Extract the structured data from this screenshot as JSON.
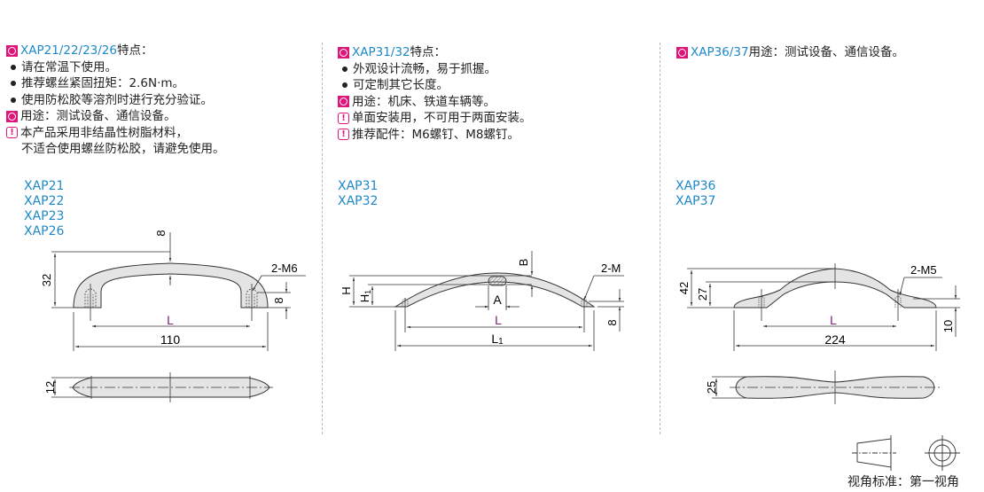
{
  "colors": {
    "accent_pink": "#e0157a",
    "model_blue": "#1e88c8",
    "dimension_L_purple": "#7a1f7a",
    "part_fill": "#e4e4e4"
  },
  "section1": {
    "header_model": "XAP21/22/23/26",
    "header_suffix": "特点：",
    "bullets": [
      "请在常温下使用。",
      "推荐螺丝紧固扭矩：2.6N·m。",
      "使用防松胶等溶剂时进行充分验证。"
    ],
    "usage": "用途：测试设备、通信设备。",
    "warning_line1": "本产品采用非结晶性树脂材料，",
    "warning_line2": "不适合使用螺丝防松胶，请避免使用。",
    "models": [
      "XAP21",
      "XAP22",
      "XAP23",
      "XAP26"
    ],
    "drawing": {
      "dim_top_thickness": "8",
      "dim_height": "32",
      "thread": "2-M6",
      "dim_thread_depth": "8",
      "dim_pitch": "L",
      "dim_length": "110",
      "dim_width": "12"
    }
  },
  "section2": {
    "header_model": "XAP31/32",
    "header_suffix": "特点：",
    "bullets": [
      "外观设计流畅，易于抓握。",
      "可定制其它长度。"
    ],
    "usage": "用途：机床、铁道车辆等。",
    "warnings": [
      "单面安装用，不可用于两面安装。",
      "推荐配件：M6螺钉、M8螺钉。"
    ],
    "models": [
      "XAP31",
      "XAP32"
    ],
    "drawing": {
      "dim_B": "B",
      "dim_H": "H",
      "dim_H1": "H",
      "dim_H1_sub": "1",
      "dim_A": "A",
      "thread": "2-M",
      "dim_thread_depth": "8",
      "dim_pitch": "L",
      "dim_length": "L",
      "dim_length_sub": "1"
    }
  },
  "section3": {
    "header_model": "XAP36/37",
    "header_suffix": "用途：测试设备、通信设备。",
    "models": [
      "XAP36",
      "XAP37"
    ],
    "drawing": {
      "dim_height": "42",
      "dim_inner_height": "27",
      "thread": "2-M5",
      "dim_thread_depth": "10",
      "dim_pitch": "L",
      "dim_length": "224",
      "dim_width": "25"
    }
  },
  "projection": {
    "label": "视角标准：第一视角"
  }
}
